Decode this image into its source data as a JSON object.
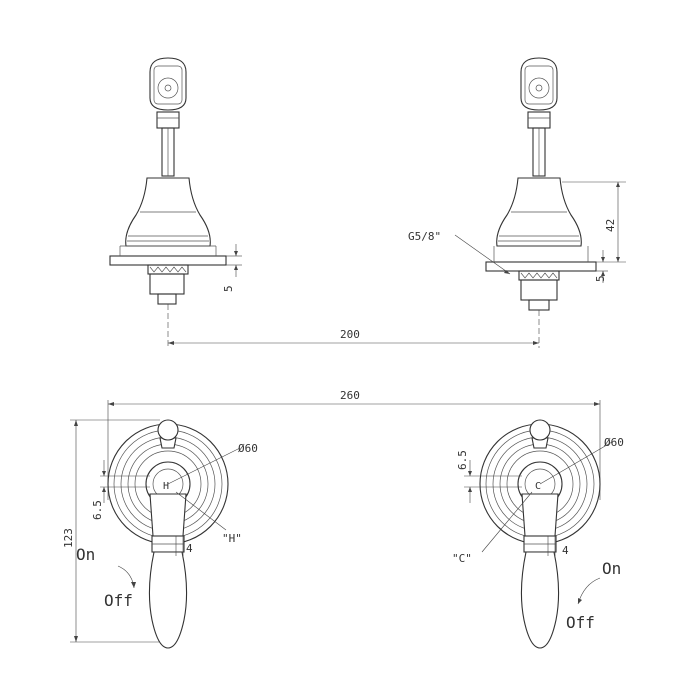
{
  "side_view": {
    "dim_spacing": "200",
    "dim_flange_left": "5",
    "dim_flange_right": "5",
    "dim_body_height": "42",
    "thread_label": "G5/8\""
  },
  "front_view": {
    "dim_overall_width": "260",
    "dim_overall_height": "123",
    "diameter_left": "Ø60",
    "diameter_right": "Ø60",
    "offset_left": "6.5",
    "offset_right": "6.5",
    "lever_left": "4",
    "lever_right": "4",
    "hot_label": "\"H\"",
    "cold_label": "\"C\"",
    "on_left": "On",
    "off_left": "Off",
    "on_right": "On",
    "off_right": "Off"
  }
}
